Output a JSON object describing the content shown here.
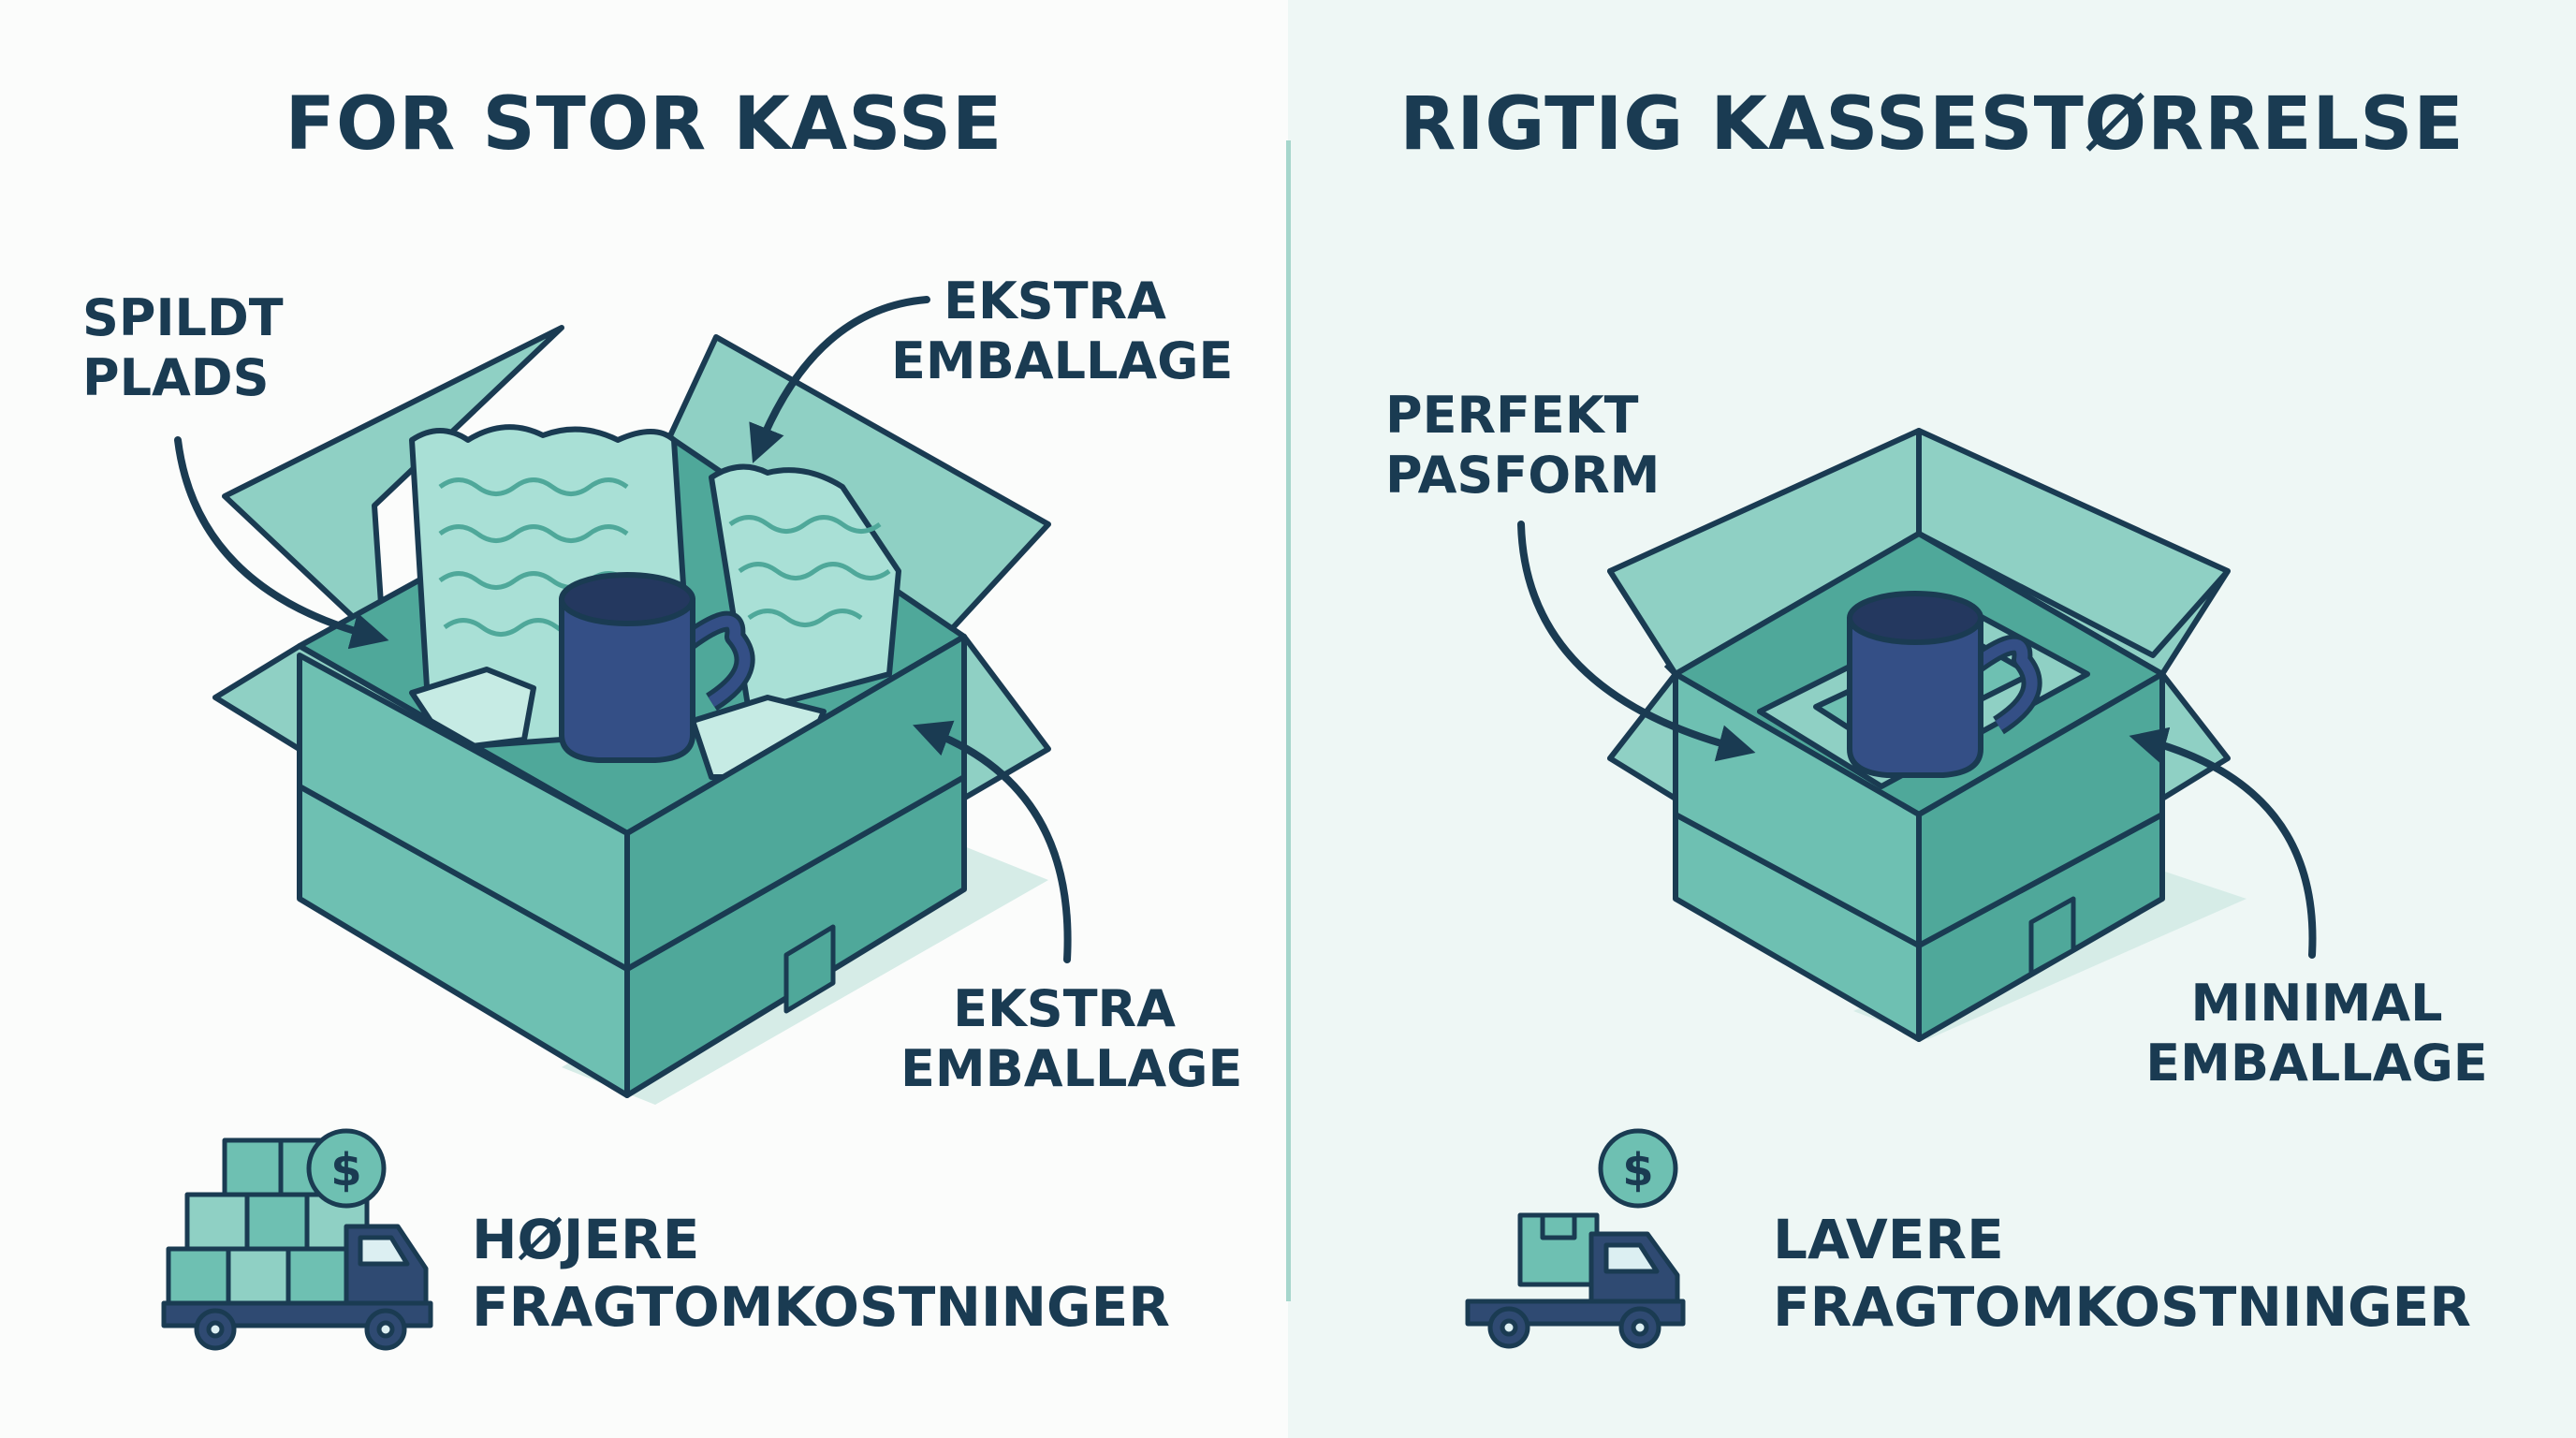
{
  "left": {
    "title": "FOR STOR KASSE",
    "label_wasted": {
      "line1": "SPILDT",
      "line2": "PLADS"
    },
    "label_extra_top": {
      "line1": "EKSTRA",
      "line2": "EMBALLAGE"
    },
    "label_extra_bottom": {
      "line1": "EKSTRA",
      "line2": "EMBALLAGE"
    },
    "cost": {
      "line1": "HØJERE",
      "line2": "FRAGTOMKOSTNINGER"
    },
    "currency_symbol": "$"
  },
  "right": {
    "title": "RIGTIG KASSESTØRRELSE",
    "label_fit": {
      "line1": "PERFEKT",
      "line2": "PASFORM"
    },
    "label_minimal": {
      "line1": "MINIMAL",
      "line2": "EMBALLAGE"
    },
    "cost": {
      "line1": "LAVERE",
      "line2": "FRAGTOMKOSTNINGER"
    },
    "currency_symbol": "$"
  },
  "colors": {
    "outline": "#1a3b52",
    "box_light": "#8fd0c4",
    "box_mid": "#6ec0b2",
    "box_dark": "#4fa89a",
    "inside": "#5fb5a6",
    "bubble_wrap": "#a9e0d6",
    "mug": "#344f86",
    "truck": "#2f4a72",
    "accent_line": "#a6d6cc"
  },
  "icons": [
    "curved-arrow-icon",
    "cardboard-box-icon",
    "bubble-wrap-icon",
    "mug-icon",
    "delivery-truck-icon",
    "dollar-coin-icon"
  ]
}
